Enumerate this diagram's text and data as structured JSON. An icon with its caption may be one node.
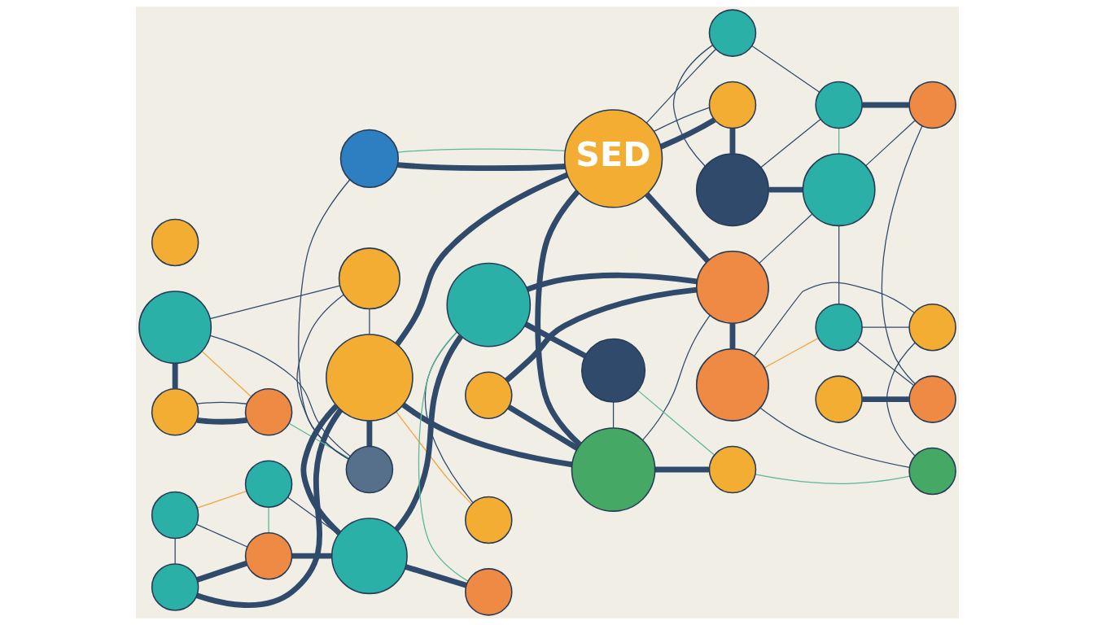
{
  "diagram": {
    "nodes": [
      {
        "text": [],
        "shape": "circle"
      },
      {
        "text": [],
        "shape": "circle"
      },
      {
        "text": [],
        "shape": "circle"
      },
      {
        "text": [],
        "shape": "circle"
      },
      {
        "text": [],
        "shape": "circle"
      },
      {
        "text": [
          "SED"
        ]
      },
      {
        "text": [],
        "shape": "circle"
      },
      {
        "text": [],
        "shape": "circle"
      },
      {
        "text": [],
        "shape": "circle"
      },
      {
        "text": [],
        "shape": "circle"
      },
      {
        "text": [],
        "shape": "circle"
      },
      {
        "text": [],
        "shape": "circle"
      },
      {
        "text": [],
        "shape": "circle"
      },
      {
        "text": [],
        "shape": "circle"
      },
      {
        "text": [],
        "shape": "circle"
      },
      {
        "text": [],
        "shape": "circle"
      },
      {
        "text": [],
        "shape": "circle"
      },
      {
        "text": [],
        "shape": "circle"
      },
      {
        "text": [],
        "shape": "circle"
      },
      {
        "text": [],
        "shape": "circle"
      },
      {
        "text": [],
        "shape": "circle"
      },
      {
        "text": [],
        "shape": "circle"
      },
      {
        "text": [],
        "shape": "circle"
      },
      {
        "text": [],
        "shape": "circle"
      },
      {
        "text": [],
        "shape": "circle"
      },
      {
        "text": [],
        "shape": "circle"
      },
      {
        "text": [],
        "shape": "circle"
      },
      {
        "text": [],
        "shape": "circle"
      },
      {
        "text": [],
        "shape": "circle"
      },
      {
        "text": [],
        "shape": "circle"
      },
      {
        "text": [],
        "shape": "circle"
      },
      {
        "text": [],
        "shape": "circle"
      },
      {
        "text": [],
        "shape": "circle"
      },
      {
        "text": [],
        "shape": "circle"
      }
    ],
    "edges": [
      {
        "from": 4,
        "to": 11,
        "arrow": "none",
        "style": "thick"
      },
      {
        "from": 11,
        "to": 6,
        "arrow": "none",
        "style": "thick"
      },
      {
        "from": 1,
        "to": 5,
        "arrow": "none",
        "style": "thick"
      },
      {
        "from": 5,
        "to": 9,
        "arrow": "none",
        "style": "thick"
      },
      {
        "from": 5,
        "to": 15,
        "arrow": "none",
        "style": "thick"
      },
      {
        "from": 5,
        "to": 19,
        "arrow": "none",
        "style": "thick"
      },
      {
        "from": 9,
        "to": 7,
        "arrow": "none",
        "style": "thick"
      },
      {
        "from": 7,
        "to": 12,
        "arrow": "none",
        "style": "thick"
      },
      {
        "from": 2,
        "to": 8,
        "arrow": "none",
        "style": "thick"
      },
      {
        "from": 14,
        "to": 10,
        "arrow": "none",
        "style": "thick"
      },
      {
        "from": 14,
        "to": 17,
        "arrow": "none",
        "style": "thick"
      },
      {
        "from": 14,
        "to": 5,
        "arrow": "none",
        "style": "thick"
      },
      {
        "from": 14,
        "to": 15,
        "arrow": "none",
        "style": "thick"
      },
      {
        "from": 14,
        "to": 23,
        "arrow": "none",
        "style": "thick"
      },
      {
        "from": 17,
        "to": 20,
        "arrow": "none",
        "style": "thick"
      },
      {
        "from": 20,
        "to": 23,
        "arrow": "none",
        "style": "thick"
      },
      {
        "from": 23,
        "to": 26,
        "arrow": "none",
        "style": "thick"
      },
      {
        "from": 23,
        "to": 28,
        "arrow": "none",
        "style": "thick"
      },
      {
        "from": 15,
        "to": 22,
        "arrow": "none",
        "style": "thick"
      },
      {
        "from": 26,
        "to": 31,
        "arrow": "none",
        "style": "thick"
      },
      {
        "from": 26,
        "to": 19,
        "arrow": "none",
        "style": "thick"
      },
      {
        "from": 19,
        "to": 25,
        "arrow": "none",
        "style": "thick"
      },
      {
        "from": 22,
        "to": 19,
        "arrow": "none",
        "style": "thick"
      },
      {
        "from": 15,
        "to": 32,
        "arrow": "none",
        "style": "thick"
      },
      {
        "from": 13,
        "to": 18,
        "arrow": "none",
        "style": "thick"
      },
      {
        "from": 4,
        "to": 3,
        "arrow": "none"
      },
      {
        "from": 4,
        "to": 6,
        "arrow": "none",
        "color": "#f0a640"
      },
      {
        "from": 4,
        "to": 10,
        "arrow": "none"
      },
      {
        "from": 3,
        "to": 14,
        "arrow": "none"
      },
      {
        "from": 3,
        "to": 10,
        "arrow": "none"
      },
      {
        "from": 1,
        "to": 10,
        "arrow": "none"
      },
      {
        "from": 1,
        "to": 5,
        "arrow": "none",
        "color": "#5bb89a"
      },
      {
        "from": 6,
        "to": 11,
        "arrow": "none"
      },
      {
        "from": 6,
        "to": 10,
        "arrow": "none",
        "color": "#5bb89a"
      },
      {
        "from": 0,
        "to": 2,
        "arrow": "none"
      },
      {
        "from": 0,
        "to": 7,
        "arrow": "none"
      },
      {
        "from": 0,
        "to": 5,
        "arrow": "none"
      },
      {
        "from": 2,
        "to": 7,
        "arrow": "none"
      },
      {
        "from": 2,
        "to": 12,
        "arrow": "none",
        "color": "#5bb89a"
      },
      {
        "from": 8,
        "to": 12,
        "arrow": "none"
      },
      {
        "from": 8,
        "to": 18,
        "arrow": "none"
      },
      {
        "from": 12,
        "to": 19,
        "arrow": "none"
      },
      {
        "from": 12,
        "to": 24,
        "arrow": "none"
      },
      {
        "from": 18,
        "to": 24,
        "arrow": "none"
      },
      {
        "from": 24,
        "to": 25,
        "arrow": "none",
        "color": "#f0a640"
      },
      {
        "from": 25,
        "to": 29,
        "arrow": "none"
      },
      {
        "from": 24,
        "to": 29,
        "arrow": "none"
      },
      {
        "from": 29,
        "to": 33,
        "arrow": "none"
      },
      {
        "from": 25,
        "to": 33,
        "arrow": "none"
      },
      {
        "from": 32,
        "to": 33,
        "arrow": "none",
        "color": "#5bb89a"
      },
      {
        "from": 31,
        "to": 32,
        "arrow": "none",
        "color": "#5bb89a"
      },
      {
        "from": 26,
        "to": 28,
        "arrow": "none",
        "color": "#5bb89a"
      },
      {
        "from": 27,
        "to": 30,
        "arrow": "none",
        "color": "#f0a640"
      },
      {
        "from": 27,
        "to": 17,
        "arrow": "none"
      },
      {
        "from": 27,
        "to": 20,
        "arrow": "none"
      },
      {
        "from": 30,
        "to": 23,
        "arrow": "none"
      },
      {
        "from": 30,
        "to": 20,
        "arrow": "none",
        "color": "#5bb89a"
      },
      {
        "from": 31,
        "to": 15,
        "arrow": "none"
      },
      {
        "from": 26,
        "to": 21,
        "arrow": "none"
      },
      {
        "from": 9,
        "to": 5,
        "arrow": "none"
      },
      {
        "from": 15,
        "to": 19,
        "arrow": "none"
      },
      {
        "from": 21,
        "to": 14,
        "arrow": "none",
        "color": "#f0a640"
      }
    ]
  }
}
